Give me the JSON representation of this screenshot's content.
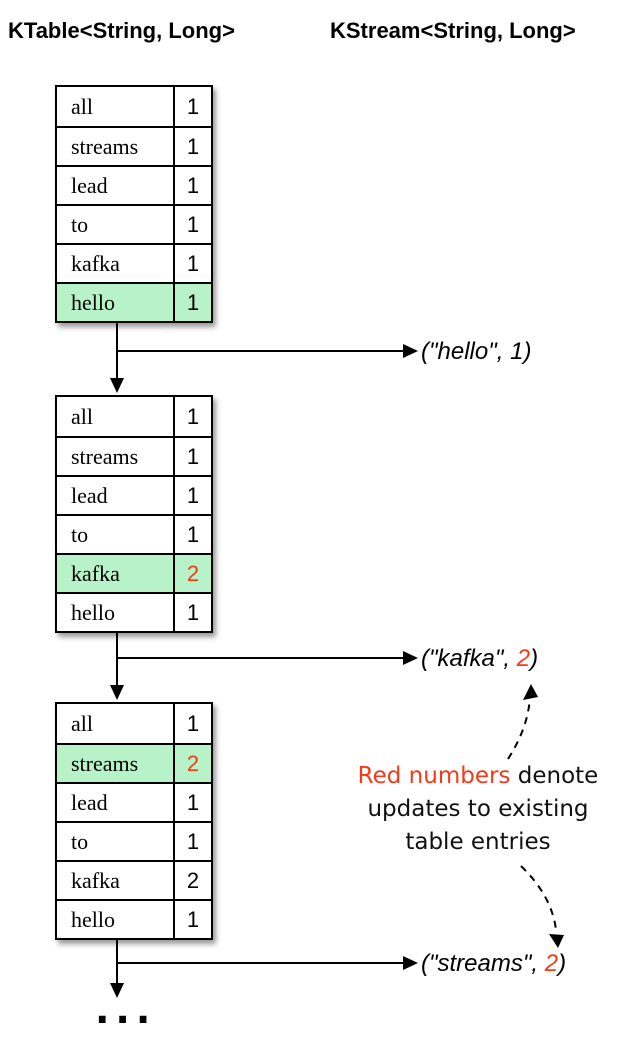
{
  "colors": {
    "highlight_green": "#b7f2c9",
    "update_red": "#f43a17"
  },
  "headers": {
    "ktable": "KTable<String, Long>",
    "kstream": "KStream<String, Long>"
  },
  "tables": [
    {
      "rows": [
        {
          "key": "all",
          "value": "1",
          "highlighted": false,
          "value_red": false
        },
        {
          "key": "streams",
          "value": "1",
          "highlighted": false,
          "value_red": false
        },
        {
          "key": "lead",
          "value": "1",
          "highlighted": false,
          "value_red": false
        },
        {
          "key": "to",
          "value": "1",
          "highlighted": false,
          "value_red": false
        },
        {
          "key": "kafka",
          "value": "1",
          "highlighted": false,
          "value_red": false
        },
        {
          "key": "hello",
          "value": "1",
          "highlighted": true,
          "value_red": false
        }
      ]
    },
    {
      "rows": [
        {
          "key": "all",
          "value": "1",
          "highlighted": false,
          "value_red": false
        },
        {
          "key": "streams",
          "value": "1",
          "highlighted": false,
          "value_red": false
        },
        {
          "key": "lead",
          "value": "1",
          "highlighted": false,
          "value_red": false
        },
        {
          "key": "to",
          "value": "1",
          "highlighted": false,
          "value_red": false
        },
        {
          "key": "kafka",
          "value": "2",
          "highlighted": true,
          "value_red": true
        },
        {
          "key": "hello",
          "value": "1",
          "highlighted": false,
          "value_red": false
        }
      ]
    },
    {
      "rows": [
        {
          "key": "all",
          "value": "1",
          "highlighted": false,
          "value_red": false
        },
        {
          "key": "streams",
          "value": "2",
          "highlighted": true,
          "value_red": true
        },
        {
          "key": "lead",
          "value": "1",
          "highlighted": false,
          "value_red": false
        },
        {
          "key": "to",
          "value": "1",
          "highlighted": false,
          "value_red": false
        },
        {
          "key": "kafka",
          "value": "2",
          "highlighted": false,
          "value_red": false
        },
        {
          "key": "hello",
          "value": "1",
          "highlighted": false,
          "value_red": false
        }
      ]
    }
  ],
  "stream_outputs": [
    {
      "before": "(\"hello\", ",
      "value": "1",
      "after": ")",
      "value_red": false
    },
    {
      "before": "(\"kafka\", ",
      "value": "2",
      "after": ")",
      "value_red": true
    },
    {
      "before": "(\"streams\", ",
      "value": "2",
      "after": ")",
      "value_red": true
    }
  ],
  "annotation": {
    "red_text": "Red numbers",
    "line1_rest": " denote",
    "line2": "updates to existing",
    "line3": "table entries"
  },
  "ellipsis": "..."
}
